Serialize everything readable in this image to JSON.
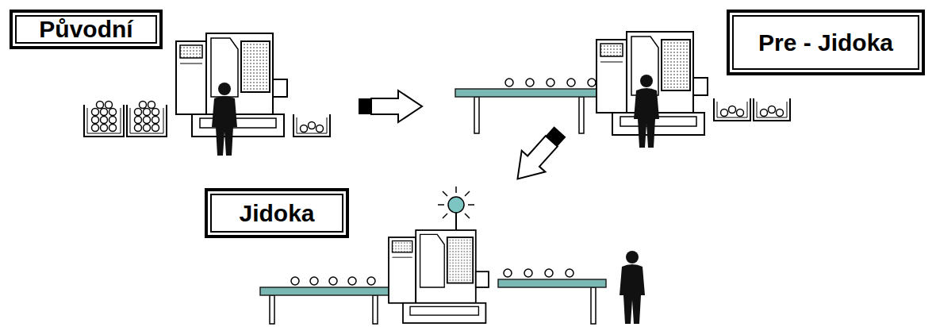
{
  "diagram": {
    "nodes": [
      {
        "text": [
          "Původní"
        ]
      },
      {
        "text": [
          "Pre - Jidoka"
        ]
      },
      {
        "text": [
          "Jidoka"
        ]
      }
    ]
  }
}
